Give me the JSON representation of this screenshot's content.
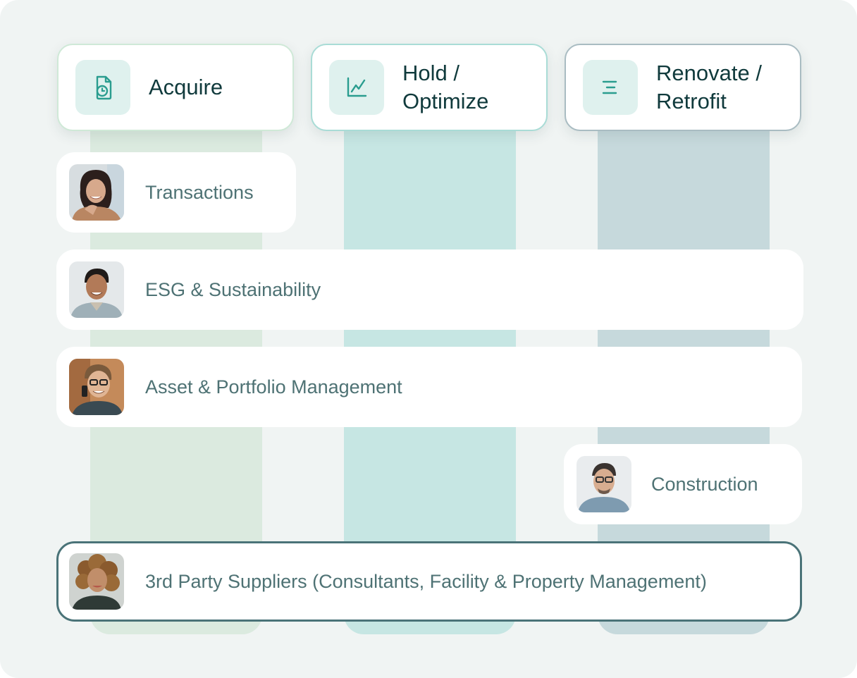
{
  "phases": [
    {
      "label": "Acquire",
      "icon": "document-clock-icon"
    },
    {
      "label": "Hold /\nOptimize",
      "icon": "line-chart-icon"
    },
    {
      "label": "Renovate /\nRetrofit",
      "icon": "menu-lines-icon"
    }
  ],
  "roles": [
    {
      "label": "Transactions",
      "avatar": "woman-smiling-avatar"
    },
    {
      "label": "ESG & Sustainability",
      "avatar": "man-smiling-avatar"
    },
    {
      "label": "Asset & Portfolio Management",
      "avatar": "man-glasses-phone-avatar"
    },
    {
      "label": "Construction",
      "avatar": "man-glasses-avatar"
    },
    {
      "label": "3rd Party Suppliers (Consultants, Facility & Property Management)",
      "avatar": "woman-curly-hair-avatar"
    }
  ],
  "colors": {
    "background": "#f0f4f3",
    "lane_acquire": "#dbeadf",
    "lane_hold": "#c6e6e3",
    "lane_renovate": "#c6d9dc",
    "icon_teal": "#2a9d8f",
    "text_dark": "#103a3c",
    "text_role": "#4e7274",
    "highlight_border": "#4a7378"
  }
}
